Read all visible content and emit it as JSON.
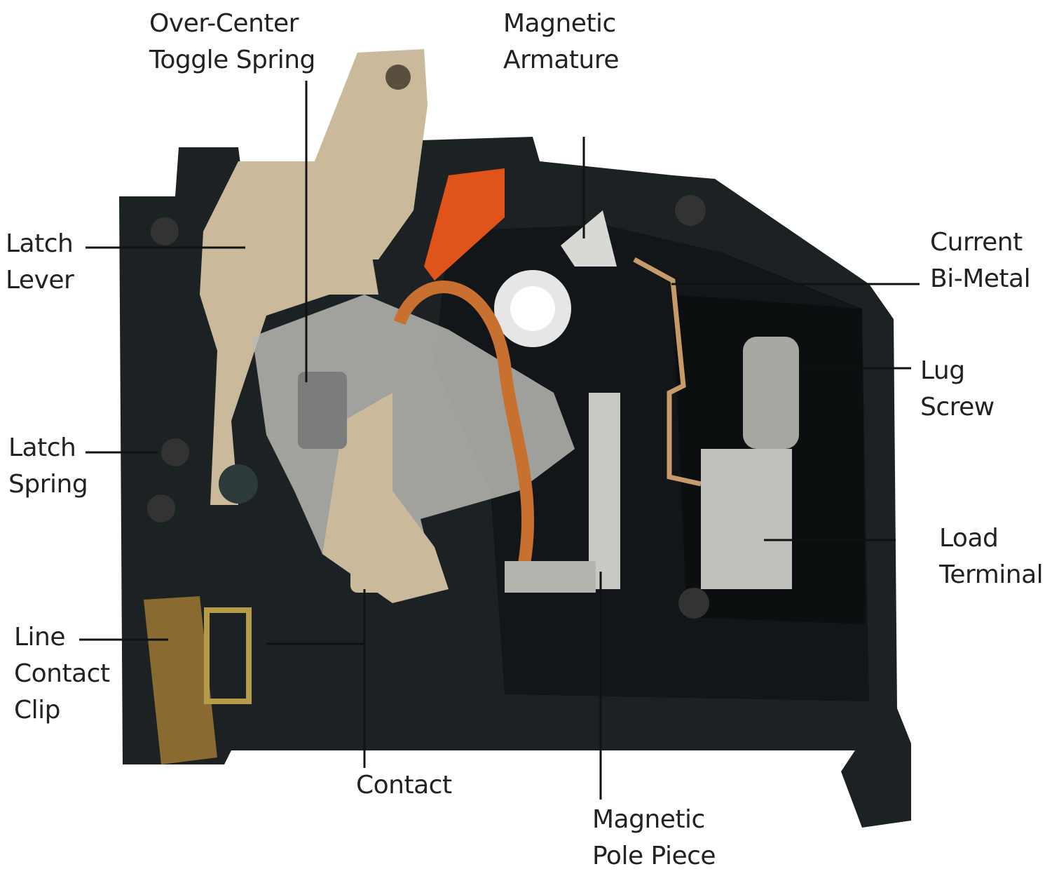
{
  "title": "Circuit breaker internal components",
  "labels": {
    "over_center_toggle_spring": [
      "Over-Center",
      "Toggle Spring"
    ],
    "magnetic_armature": [
      "Magnetic",
      "Armature"
    ],
    "latch_lever": [
      "Latch",
      "Lever"
    ],
    "current_bi_metal": [
      "Current",
      "Bi-Metal"
    ],
    "lug_screw": [
      "Lug",
      "Screw"
    ],
    "latch_spring": [
      "Latch",
      "Spring"
    ],
    "load_terminal": [
      "Load",
      "Terminal"
    ],
    "line_contact_clip": [
      "Line",
      "Contact",
      "Clip"
    ],
    "contact": [
      "Contact"
    ],
    "magnetic_pole_piece": [
      "Magnetic",
      "Pole Piece"
    ]
  },
  "colors": {
    "housing": "#1c2224",
    "lever": "#cbb99c",
    "copper": "#c8702f",
    "metal": "#b9b9b4",
    "brass": "#8a6a30",
    "leader": "#111111"
  }
}
